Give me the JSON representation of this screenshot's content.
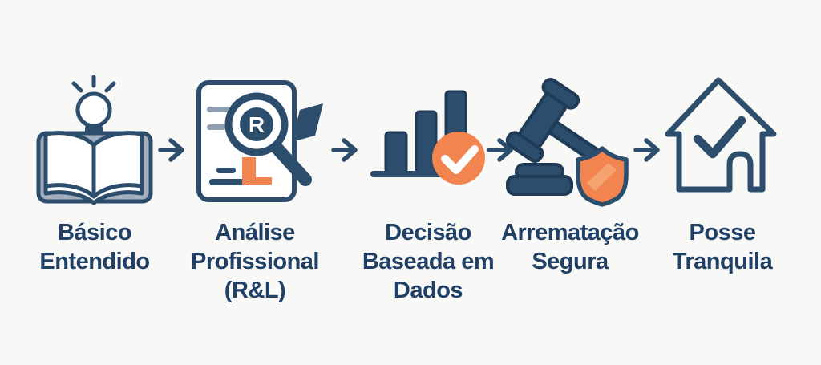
{
  "diagram": {
    "language": "pt-BR",
    "type": "process-flow",
    "step_count": 5,
    "colors": {
      "background": "#f8f8f7",
      "navy": "#2d4d6d",
      "navy_dark": "#1f3b57",
      "label_text": "#214066",
      "gray_blue": "#8f9eb0",
      "book_cover_gray": "#a3afbe",
      "orange": "#f2854f"
    },
    "steps": [
      {
        "icon": "book-lightbulb-icon",
        "label": "Básico Entendido",
        "label_lines": [
          "Básico",
          "Entendido"
        ]
      },
      {
        "icon": "document-magnifier-icon",
        "label": "Análise Profissional (R&L)",
        "label_lines": [
          "Análise",
          "Profissional",
          "(R&L)"
        ],
        "magnifier_letter": "R"
      },
      {
        "icon": "bar-chart-check-icon",
        "label": "Decisão Baseada em Dados",
        "label_lines": [
          "Decisão",
          "Baseada em",
          "Dados"
        ]
      },
      {
        "icon": "gavel-shield-icon",
        "label": "Arrematação Segura",
        "label_lines": [
          "Arrematação",
          "Segura"
        ]
      },
      {
        "icon": "house-check-icon",
        "label": "Posse Tranquila",
        "label_lines": [
          "Posse",
          "Tranquila"
        ]
      }
    ],
    "connectors": {
      "count": 4,
      "glyph": "→",
      "direction": "right"
    }
  }
}
